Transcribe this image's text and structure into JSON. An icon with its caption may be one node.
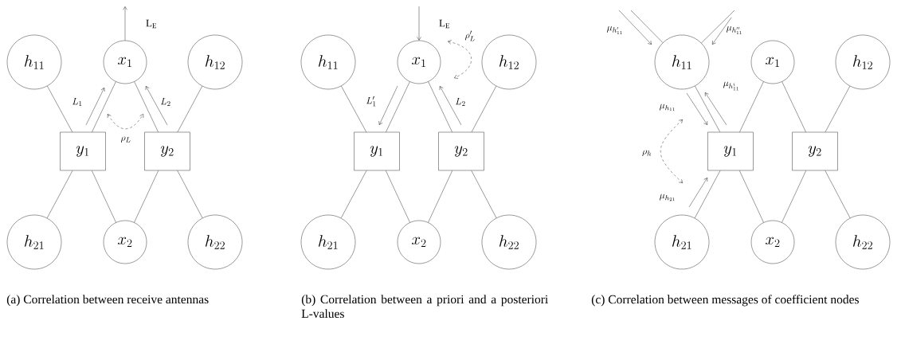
{
  "diagram": {
    "nodes": [
      {
        "text": [
          "h_{11}"
        ]
      },
      {
        "text": [
          "x_1"
        ]
      },
      {
        "text": [
          "h_{12}"
        ]
      },
      {
        "text": [
          "y_1"
        ]
      },
      {
        "text": [
          "y_2"
        ]
      },
      {
        "text": [
          "h_{21}"
        ]
      },
      {
        "text": [
          "x_2"
        ]
      },
      {
        "text": [
          "h_{22}"
        ]
      },
      {
        "text": [
          "h_{11}"
        ]
      },
      {
        "text": [
          "x_1"
        ]
      },
      {
        "text": [
          "h_{12}"
        ]
      },
      {
        "text": [
          "y_1"
        ]
      },
      {
        "text": [
          "y_2"
        ]
      },
      {
        "text": [
          "h_{21}"
        ]
      },
      {
        "text": [
          "x_2"
        ]
      },
      {
        "text": [
          "h_{22}"
        ]
      },
      {
        "text": [
          "h_{11}"
        ]
      },
      {
        "text": [
          "x_1"
        ]
      },
      {
        "text": [
          "h_{12}"
        ]
      },
      {
        "text": [
          "y_1"
        ]
      },
      {
        "text": [
          "y_2"
        ]
      },
      {
        "text": [
          "h_{21}"
        ]
      },
      {
        "text": [
          "x_2"
        ]
      },
      {
        "text": [
          "h_{22}"
        ]
      }
    ],
    "edges": [
      {
        "from": 3,
        "to": 0,
        "arrow": "none"
      },
      {
        "from": 3,
        "to": 1,
        "arrow": "none"
      },
      {
        "from": 3,
        "to": 5,
        "arrow": "none"
      },
      {
        "from": 3,
        "to": 6,
        "arrow": "none"
      },
      {
        "from": 4,
        "to": 1,
        "arrow": "none"
      },
      {
        "from": 4,
        "to": 2,
        "arrow": "none"
      },
      {
        "from": 4,
        "to": 6,
        "arrow": "none"
      },
      {
        "from": 4,
        "to": 7,
        "arrow": "none"
      },
      {
        "from": 1,
        "to": null,
        "arrow": "to",
        "label": "\\mathrm{L_E}"
      },
      {
        "from": 11,
        "to": 8,
        "arrow": "none"
      },
      {
        "from": 11,
        "to": 9,
        "arrow": "none"
      },
      {
        "from": 11,
        "to": 13,
        "arrow": "none"
      },
      {
        "from": 11,
        "to": 14,
        "arrow": "none"
      },
      {
        "from": 12,
        "to": 9,
        "arrow": "none"
      },
      {
        "from": 12,
        "to": 10,
        "arrow": "none"
      },
      {
        "from": 12,
        "to": 14,
        "arrow": "none"
      },
      {
        "from": 12,
        "to": 15,
        "arrow": "none"
      },
      {
        "from": null,
        "to": 9,
        "arrow": "to",
        "label": "\\mathrm{L_E}"
      },
      {
        "from": 19,
        "to": 16,
        "arrow": "none"
      },
      {
        "from": 19,
        "to": 17,
        "arrow": "none"
      },
      {
        "from": 19,
        "to": 21,
        "arrow": "none"
      },
      {
        "from": 19,
        "to": 22,
        "arrow": "none"
      },
      {
        "from": 20,
        "to": 17,
        "arrow": "none"
      },
      {
        "from": 20,
        "to": 18,
        "arrow": "none"
      },
      {
        "from": 20,
        "to": 22,
        "arrow": "none"
      },
      {
        "from": 20,
        "to": 23,
        "arrow": "none"
      },
      {
        "from": null,
        "to": 16,
        "arrow": "none"
      },
      {
        "from": null,
        "to": 16,
        "arrow": "none"
      }
    ],
    "labels": [
      "L_1",
      "L_2",
      "\\rho_L",
      "(a) Correlation between receive antennas",
      "\\rho'_L",
      "L'_1",
      "L_2",
      "(b) Correlation between a priori and a posteriori L-values",
      "\\mu_{h'_{11}}",
      "\\mu_{h''_{11}}",
      "\\mu_{h^i_{11}}",
      "\\mu_{h_{11}}",
      "\\rho_h",
      "\\mu_{h_{21}}",
      "(c) Correlation between messages of coefficient nodes"
    ]
  }
}
